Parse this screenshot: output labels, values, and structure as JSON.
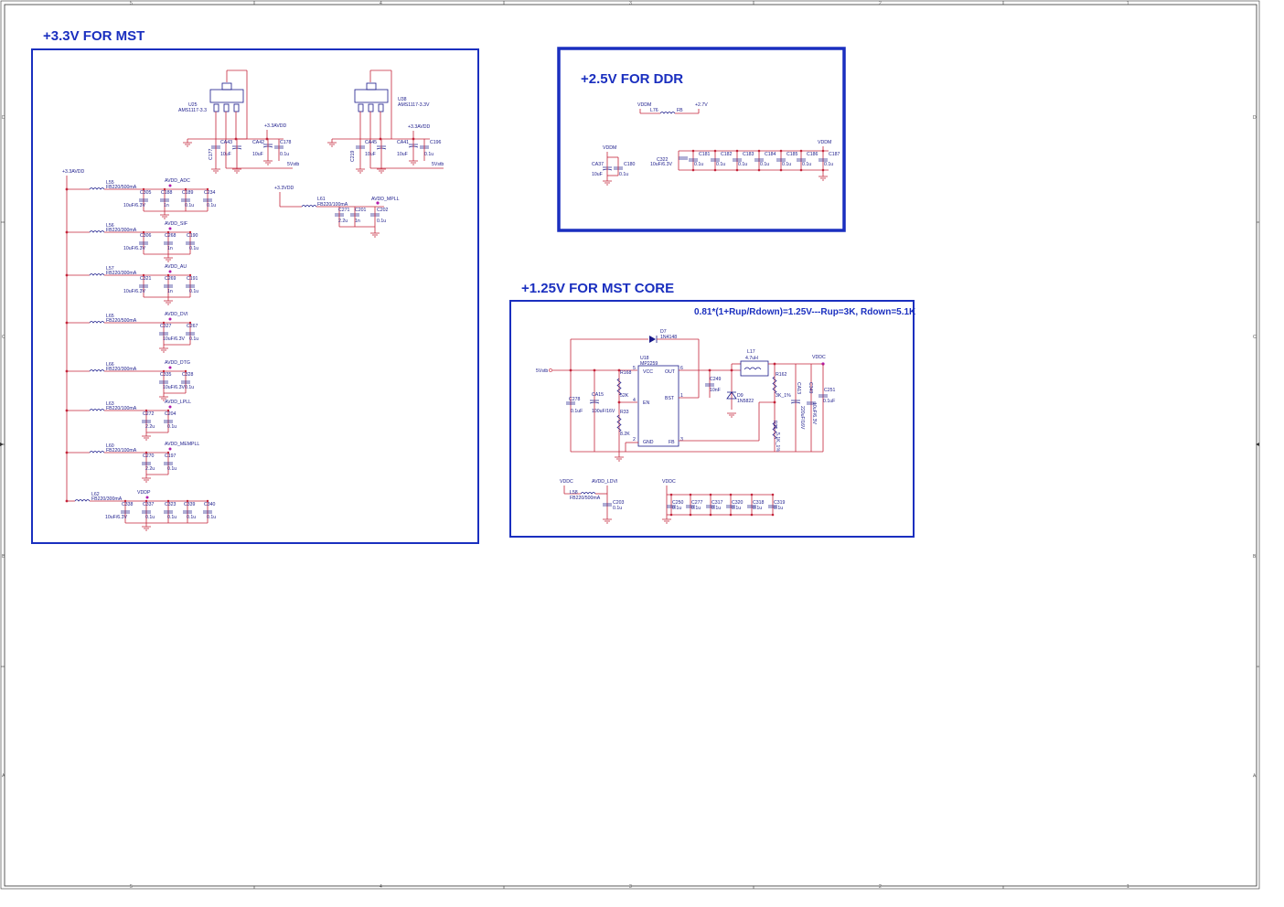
{
  "frame": {
    "col_labels": [
      "5",
      "4",
      "3",
      "2",
      "1"
    ],
    "row_labels": [
      "D",
      "C",
      "B",
      "A"
    ]
  },
  "sections": {
    "mst33": {
      "title": "+3.3V FOR MST"
    },
    "ddr25": {
      "title": "+2.5V FOR DDR"
    },
    "core125": {
      "title": "+1.25V FOR MST CORE",
      "formula": "0.81*(1+Rup/Rdown)=1.25V---Rup=3K, Rdown=5.1K"
    }
  },
  "regulators": [
    {
      "ref": "U25",
      "part": "AMS1117-3.3"
    },
    {
      "ref": "U38",
      "part": "AMS1117-3.3V"
    }
  ],
  "mst_caps": {
    "ca43": "CA43",
    "ca43v": "10uF",
    "c177": "C177",
    "c177v": "0.1u",
    "ca42": "CA42",
    "ca42v": "10uF",
    "c178": "C178",
    "c178v": "0.1u",
    "c219": "C219",
    "c219v": "0.1u",
    "ca45": "CA45",
    "ca45v": "10uF",
    "ca41": "CA41",
    "ca41v": "10uF",
    "c196": "C196",
    "c196v": "0.1u"
  },
  "nets": {
    "p33avdd": "+3.3AVDD",
    "p33vdd": "+3.3VDD",
    "v5": "5Vstb",
    "vddm": "VDDM",
    "p27v": "+2.7V",
    "vddc": "VDDC",
    "vddp": "VDDP"
  },
  "rails": [
    {
      "ind": "L55",
      "ferr": "FB220/500mA",
      "net": "AVDD_ADC",
      "caps": [
        "C305",
        "C188",
        "C189",
        "C234"
      ],
      "vals": [
        "10uF/6.3V",
        "1n",
        "0.1u",
        "0.1u"
      ]
    },
    {
      "ind": "L56",
      "ferr": "FB220/300mA",
      "net": "AVDD_SIF",
      "caps": [
        "C306",
        "C268",
        "C190"
      ],
      "vals": [
        "10uF/6.3V",
        "1n",
        "0.1u"
      ]
    },
    {
      "ind": "L57",
      "ferr": "FB220/300mA",
      "net": "AVDD_AU",
      "caps": [
        "C321",
        "C269",
        "C191"
      ],
      "vals": [
        "10uF/6.3V",
        "1n",
        "0.1u"
      ]
    },
    {
      "ind": "L65",
      "ferr": "FB220/500mA",
      "net": "AVDD_DVI",
      "caps": [
        "C327",
        "C267"
      ],
      "vals": [
        "10uF/6.3V",
        "0.1u"
      ]
    },
    {
      "ind": "L66",
      "ferr": "FB220/300mA",
      "net": "AVDD_DTG",
      "caps": [
        "C335",
        "C328"
      ],
      "vals": [
        "10uF/6.3V",
        "0.1u"
      ]
    },
    {
      "ind": "L63",
      "ferr": "FB220/100mA",
      "net": "AVDD_LPLL",
      "caps": [
        "C272",
        "C204"
      ],
      "vals": [
        "2.2u",
        "0.1u"
      ]
    },
    {
      "ind": "L60",
      "ferr": "FB220/100mA",
      "net": "AVDD_MEMPLL",
      "caps": [
        "C270",
        "C197"
      ],
      "vals": [
        "2.2u",
        "0.1u"
      ]
    },
    {
      "ind": "L62",
      "ferr": "FB220/300mA",
      "net": "VDDP",
      "caps": [
        "C338",
        "C337",
        "C323",
        "C339",
        "C340"
      ],
      "vals": [
        "10uF/6.3V",
        "0.1u",
        "0.1u",
        "0.1u",
        "0.1u"
      ]
    }
  ],
  "mpll": {
    "ind": "L61",
    "ferr": "FB220/100mA",
    "net": "AVDD_MPLL",
    "caps": [
      "C271",
      "C201",
      "C202"
    ],
    "vals": [
      "2.2u",
      "1n",
      "0.1u"
    ]
  },
  "ddr": {
    "l76": "L76",
    "fb": "FB",
    "ca37": "CA37",
    "ca37v": "10uF",
    "c180": "C180",
    "c180v": "0.1u",
    "c322": "C322",
    "c322v": "10uF/6.3V",
    "caps": [
      "C181",
      "C182",
      "C183",
      "C184",
      "C185",
      "C186",
      "C187"
    ],
    "val": "0.1u"
  },
  "core": {
    "d7": "D7",
    "d7v": "1N4148",
    "u18": "U18",
    "u18p": "MP2259",
    "pins": {
      "vcc": "VCC",
      "out": "OUT",
      "en": "EN",
      "bst": "BST",
      "gnd": "GND",
      "fb": "FB"
    },
    "pinnums": {
      "p5": "5",
      "p6": "6",
      "p4": "4",
      "p1": "1",
      "p2": "2",
      "p3": "3"
    },
    "l17": "L17",
    "l17v": "4.7uH",
    "c249": "C249",
    "c249v": "10nF",
    "d9": "D9",
    "d9v": "1N5822",
    "r162": "R162",
    "r162v": "3K_1%",
    "r35": "R35",
    "r35v": "5.1K_1%",
    "ca13": "CA13",
    "ca13v": "220uF/16V",
    "c349": "C349",
    "c349v": "10uF/6.3V",
    "c251": "C251",
    "c251v": "0.1uF",
    "c278": "C278",
    "c278v": "0.1uF",
    "ca15": "CA15",
    "ca15v": "100uF/16V",
    "r168": "R168",
    "r168v": "52K",
    "r33": "R33",
    "r33v": "8.2K",
    "l58": "L58",
    "l58v": "FB220/500mA",
    "avdd_ldvi": "AVDD_LDVI",
    "c203": "C203",
    "c203v": "0.1u",
    "vddc_caps": [
      "C250",
      "C277",
      "C317",
      "C320",
      "C318",
      "C319"
    ],
    "vddc_val": "0.1u"
  }
}
